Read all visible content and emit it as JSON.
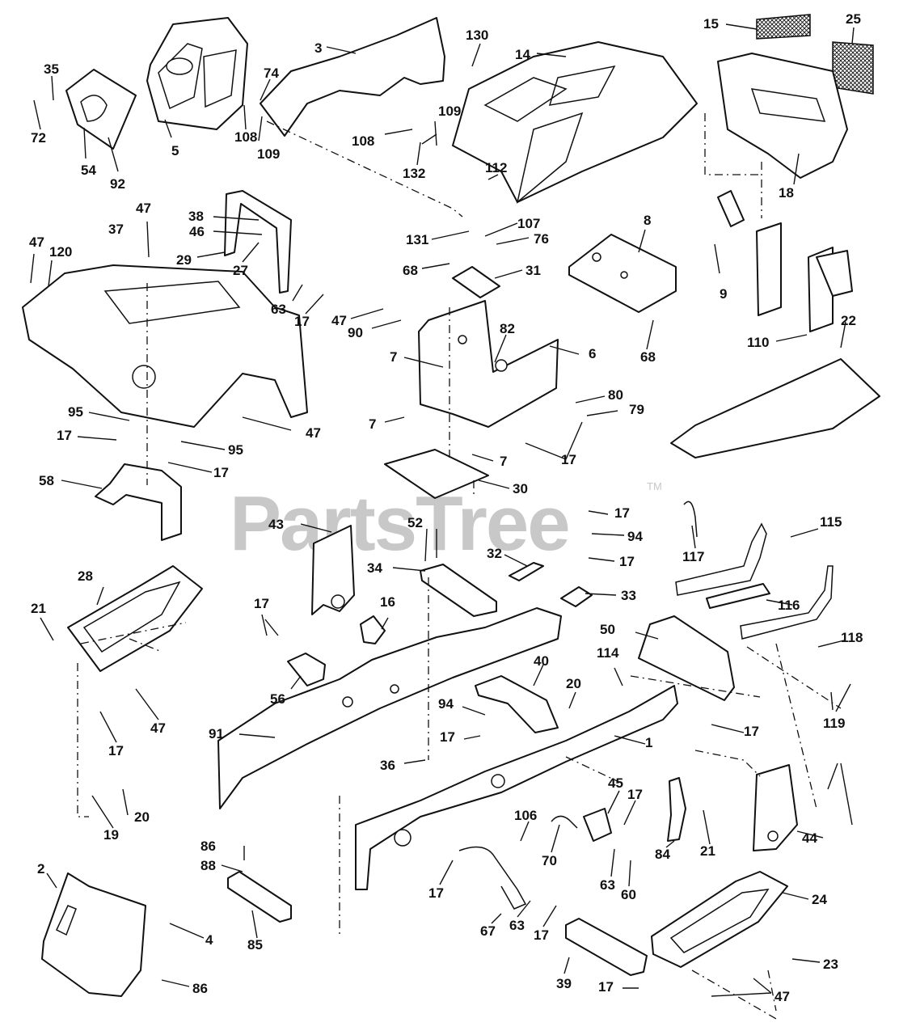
{
  "watermark": {
    "text": "PartsTree",
    "trademark": "TM"
  },
  "callouts": [
    "3",
    "130",
    "14",
    "15",
    "25",
    "35",
    "74",
    "72",
    "5",
    "108",
    "109",
    "54",
    "92",
    "108",
    "109",
    "132",
    "112",
    "18",
    "47",
    "38",
    "46",
    "29",
    "27",
    "37",
    "47",
    "120",
    "131",
    "107",
    "76",
    "8",
    "68",
    "31",
    "9",
    "63",
    "17",
    "47",
    "90",
    "82",
    "6",
    "7",
    "110",
    "22",
    "80",
    "79",
    "68",
    "95",
    "17",
    "7",
    "47",
    "17",
    "95",
    "7",
    "17",
    "58",
    "30",
    "17",
    "43",
    "52",
    "94",
    "117",
    "115",
    "34",
    "32",
    "17",
    "28",
    "33",
    "116",
    "16",
    "21",
    "17",
    "50",
    "114",
    "118",
    "40",
    "20",
    "56",
    "94",
    "17",
    "119",
    "47",
    "91",
    "1",
    "17",
    "36",
    "17",
    "45",
    "17",
    "20",
    "19",
    "106",
    "21",
    "44",
    "70",
    "63",
    "84",
    "86",
    "60",
    "88",
    "17",
    "2",
    "63",
    "24",
    "67",
    "17",
    "85",
    "4",
    "23",
    "39",
    "17",
    "86",
    "47"
  ],
  "colors": {
    "ink": "#111111",
    "paper": "#ffffff",
    "watermark": "#c8c8c8"
  }
}
